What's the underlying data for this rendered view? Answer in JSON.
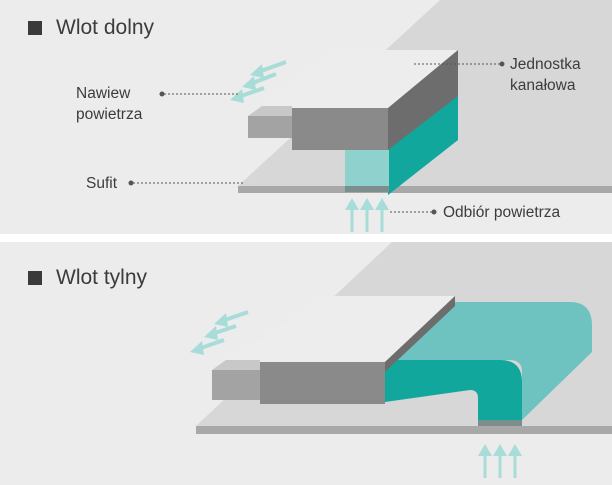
{
  "panels": [
    {
      "title": "Wlot dolny",
      "labels": {
        "supply": [
          "Nawiew",
          "powietrza"
        ],
        "unit": [
          "Jednostka",
          "kanałowa"
        ],
        "ceiling": "Sufit",
        "intake": "Odbiór powietrza"
      }
    },
    {
      "title": "Wlot tylny"
    }
  ],
  "colors": {
    "background": "#ececec",
    "ceiling_plane": "#d7d7d7",
    "unit_top": "#ededed",
    "unit_front": "#8a8a8b",
    "duct_teal": "#12a79d",
    "duct_teal_light": "#6ec2bf",
    "airflow_arrow": "#a8dcd8"
  }
}
